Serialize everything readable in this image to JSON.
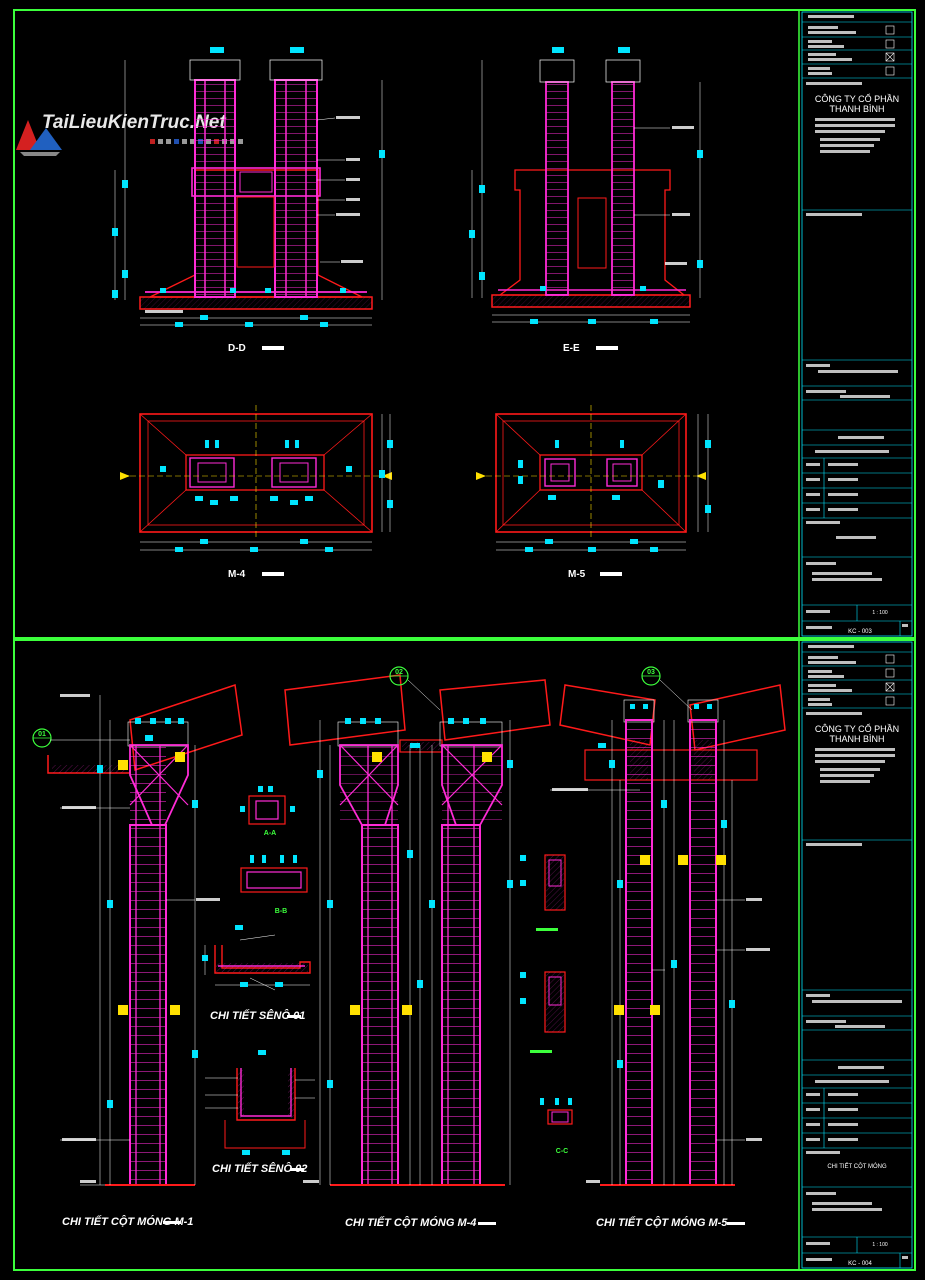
{
  "watermark": {
    "text": "TaiLieuKienTruc.Net"
  },
  "sheet_top": {
    "sections": {
      "dd": "D-D",
      "ee": "E-E",
      "m4": "M-4",
      "m5": "M-5"
    },
    "titleblock": {
      "company_line1": "CÔNG TY CỔ PHẦN",
      "company_line2": "THANH BÌNH",
      "sheet_no": "KC - 003",
      "scale": "1 : 100"
    }
  },
  "sheet_bottom": {
    "titles": {
      "m1": "CHI TIẾT CỘT MÓNG M-1",
      "m4": "CHI TIẾT CỘT MÓNG M-4",
      "m5": "CHI TIẾT CỘT MÓNG M-5",
      "seno01": "CHI TIẾT SÊNÔ 01",
      "seno02": "CHI TIẾT SÊNÔ 02"
    },
    "sections": {
      "aa": "A-A",
      "bb": "B-B",
      "cc": "C-C"
    },
    "callouts": {
      "c1": "01",
      "c2": "02",
      "c3": "03"
    },
    "titleblock": {
      "company_line1": "CÔNG TY CỔ PHẦN",
      "company_line2": "THANH BÌNH",
      "sheet_no": "KC - 004",
      "scale": "1 : 100",
      "drawing_name": "CHI TIẾT CỘT MÓNG"
    }
  },
  "colors": {
    "frame": "#3cff3c",
    "rebar": "#ff2bd6",
    "concrete": "#ff1a1a",
    "dimension": "#00e5ff",
    "titleblock": "#00e5ff"
  }
}
